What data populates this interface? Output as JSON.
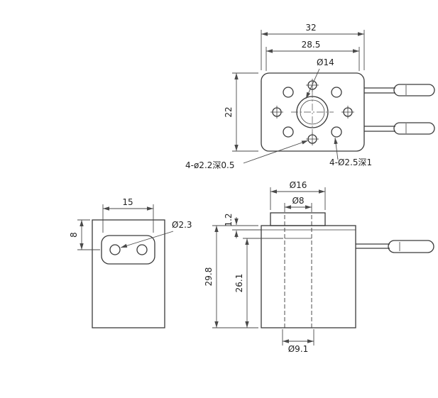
{
  "top_view": {
    "dim_overall_width": "32",
    "dim_inner_width": "28.5",
    "dim_height": "22",
    "bore_label": "Ø14",
    "note_small_holes": "4-ø2.2深0.5",
    "note_large_holes": "4-Ø2.5深1"
  },
  "front_view": {
    "dim_slot_width": "15",
    "dim_hole_offset": "8",
    "hole_label": "Ø2.3"
  },
  "side_view": {
    "dim_boss_dia": "Ø16",
    "dim_top_bore_dia": "Ø8",
    "dim_lip_height": "1.2",
    "dim_overall_height": "29.8",
    "dim_inner_depth": "26.1",
    "dim_bottom_bore_dia": "Ø9.1"
  },
  "colors": {
    "line": "#3a3a3a",
    "dim_line": "#4a4a4a",
    "text": "#222222",
    "background": "#ffffff"
  }
}
